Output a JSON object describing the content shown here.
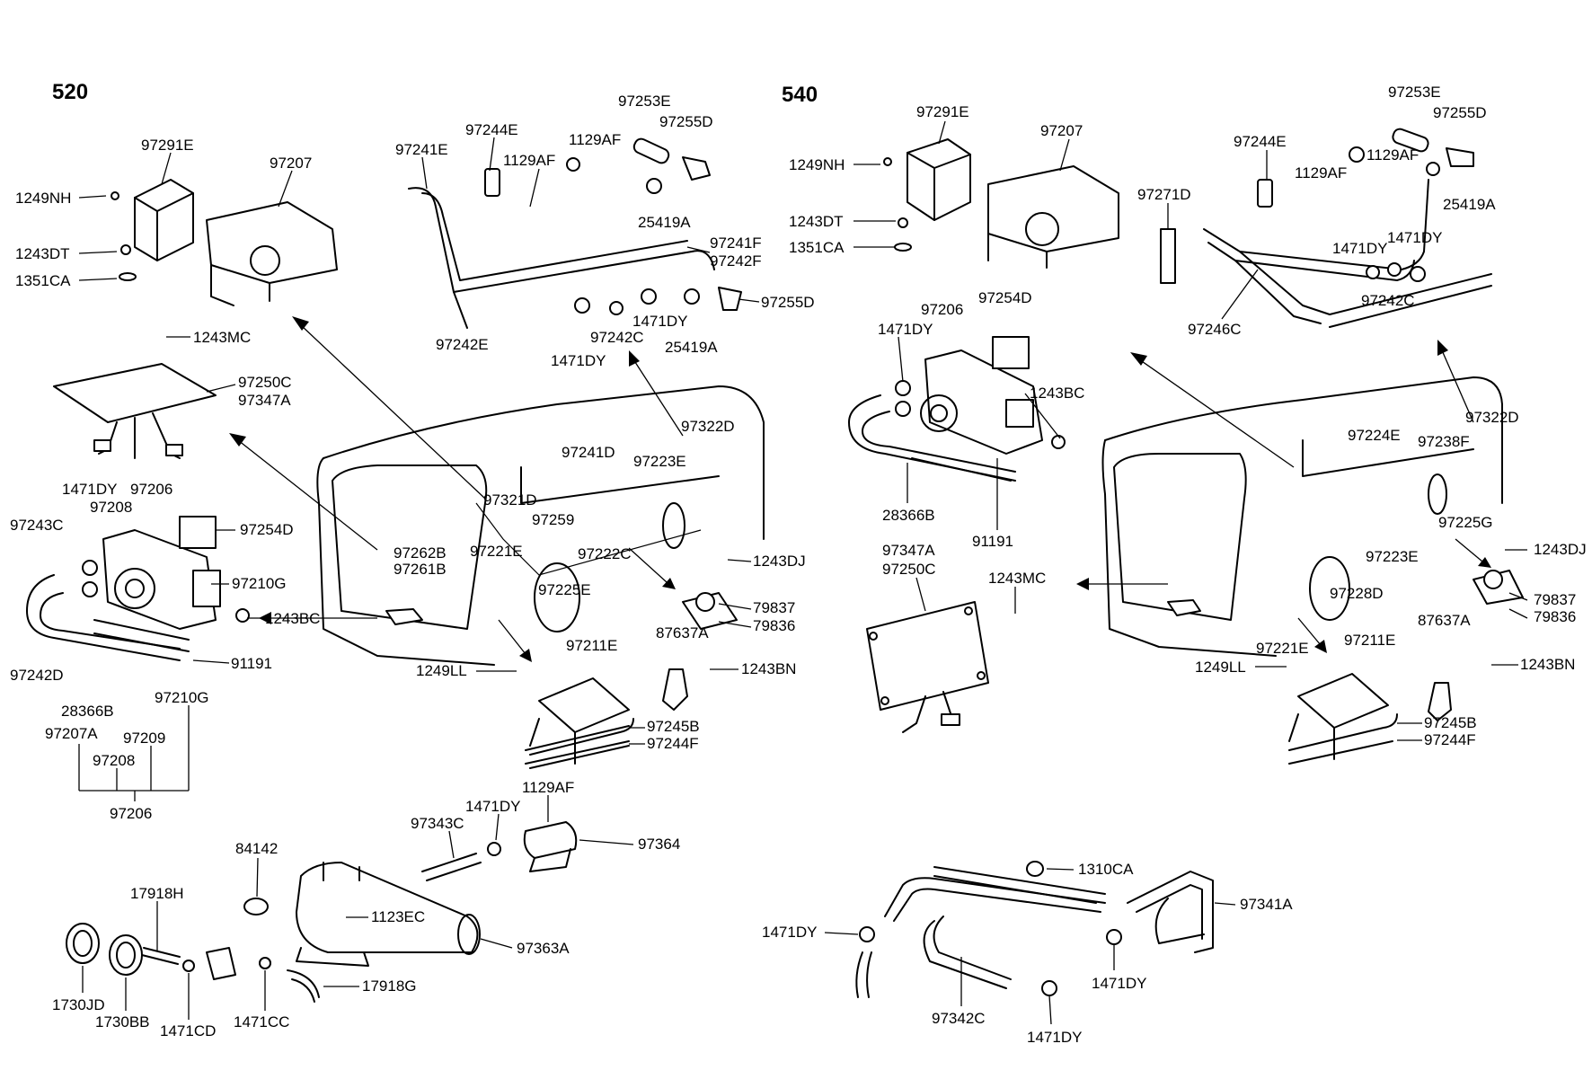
{
  "sections": {
    "left_model": "520",
    "right_model": "540"
  },
  "left_labels": [
    "97291E",
    "97207",
    "1249NH",
    "1243DT",
    "1351CA",
    "97241E",
    "97244E",
    "1129AF",
    "97253E",
    "97255D",
    "1129AF",
    "25419A",
    "97241F",
    "97242F",
    "97255D",
    "97242E",
    "1471DY",
    "97242C",
    "1471DY",
    "25419A",
    "1243MC",
    "97250C",
    "97347A",
    "97322D",
    "97241D",
    "97223E",
    "1471DY",
    "97206",
    "97208",
    "97243C",
    "97254D",
    "97210G",
    "1243BC",
    "91191",
    "97242D",
    "28366B",
    "97210G",
    "97207A",
    "97209",
    "97208",
    "97206",
    "97321D",
    "97259",
    "97221E",
    "97222C",
    "97262B",
    "97261B",
    "97225E",
    "1243DJ",
    "79837",
    "79836",
    "87637A",
    "97211E",
    "1249LL",
    "1243BN",
    "97245B",
    "97244F"
  ],
  "bottom_left_labels": [
    "1471DY",
    "1129AF",
    "97343C",
    "97364",
    "84142",
    "1123EC",
    "97363A",
    "17918H",
    "17918G",
    "1730JD",
    "1730BB",
    "1471CD",
    "1471CC"
  ],
  "right_labels": [
    "97291E",
    "97207",
    "1249NH",
    "1243DT",
    "1351CA",
    "97253E",
    "97255D",
    "97244E",
    "1129AF",
    "1129AF",
    "97271D",
    "25419A",
    "1471DY",
    "1471DY",
    "97246C",
    "97242C",
    "97206",
    "97254D",
    "1471DY",
    "1243BC",
    "28366B",
    "91191",
    "97322D",
    "97224E",
    "97238F",
    "97225G",
    "1243DJ",
    "79837",
    "79836",
    "97223E",
    "97228D",
    "97347A",
    "97250C",
    "1243MC",
    "87637A",
    "97211E",
    "97221E",
    "1249LL",
    "1243BN",
    "97245B",
    "97244F"
  ],
  "bottom_right_labels": [
    "1310CA",
    "97341A",
    "1471DY",
    "1471DY",
    "97342C",
    "1471DY"
  ]
}
